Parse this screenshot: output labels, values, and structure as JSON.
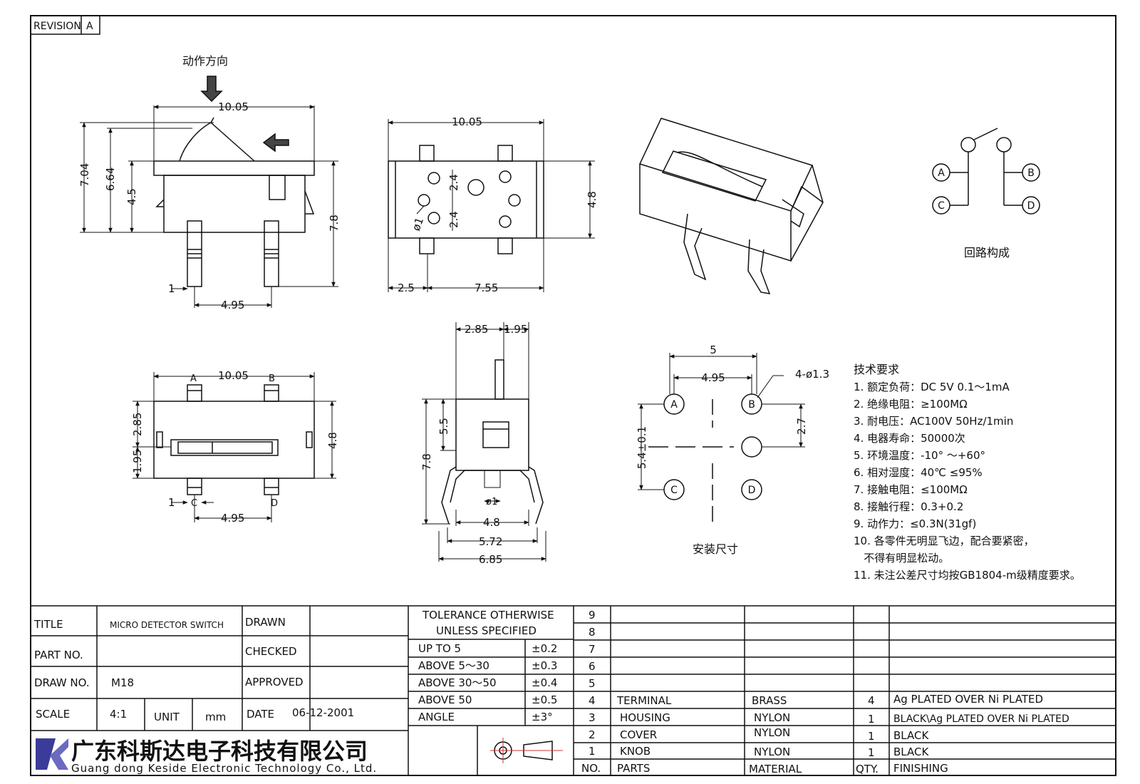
{
  "revision": {
    "label": "REVISION",
    "value": "A"
  },
  "views": {
    "side": {
      "action_direction": "动作方向",
      "dim_width": "10.05",
      "dim_h1": "7.04",
      "dim_h2": "6.64",
      "dim_h3": "4.5",
      "dim_right": "7.8",
      "dim_pin": "1",
      "dim_pitch": "4.95"
    },
    "bottom": {
      "dim_width": "10.05",
      "dim_right": "4.8",
      "dim_v1": "2.4",
      "dim_v2": "2.4",
      "dim_hole": "ø1",
      "dim_left": "2.5",
      "dim_span": "7.55"
    },
    "top": {
      "label_a": "A",
      "label_b": "B",
      "label_c": "C",
      "label_d": "D",
      "dim_width": "10.05",
      "dim_right": "4.8",
      "dim_v1": "2.85",
      "dim_v2": "1.95",
      "dim_pin": "1",
      "dim_pitch": "4.95"
    },
    "end": {
      "dim_a": "2.85",
      "dim_b": "1.95",
      "dim_h1": "7.8",
      "dim_h2": "5.5",
      "dim_hole": "ø1",
      "dim_w1": "4.8",
      "dim_w2": "5.72",
      "dim_w3": "6.85"
    },
    "mount": {
      "caption": "安装尺寸",
      "dim_5": "5",
      "dim_495": "4.95",
      "dim_holes": "4-ø1.3",
      "dim_27": "2.7",
      "dim_54": "5.4±0.1",
      "pad_a": "A",
      "pad_b": "B",
      "pad_c": "C",
      "pad_d": "D"
    },
    "circuit": {
      "caption": "回路构成",
      "a": "A",
      "b": "B",
      "c": "C",
      "d": "D"
    }
  },
  "requirements": {
    "title": "技术要求",
    "items": [
      "1. 额定负荷：DC 5V  0.1～1mA",
      "2. 绝缘电阻：≥100MΩ",
      "3. 耐电压：AC100V 50Hz/1min",
      "4. 电器寿命：50000次",
      "5. 环境温度：-10° ～+60°",
      "6. 相对湿度：40℃  ≤95%",
      "7. 接触电阻：≤100MΩ",
      "8. 接触行程：0.3+0.2",
      "9. 动作力：≤0.3N(31gf)",
      "10. 各零件无明显飞边，配合要紧密，",
      "   不得有明显松动。",
      "11. 未注公差尺寸均按GB1804-m级精度要求。"
    ]
  },
  "title_block": {
    "title_label": "TITLE",
    "title_value": "MICRO  DETECTOR  SWITCH",
    "part_no_label": "PART  NO.",
    "part_no_value": "",
    "draw_no_label": "DRAW  NO.",
    "draw_no_value": "M18",
    "scale_label": "SCALE",
    "scale_value": "4:1",
    "unit_label": "UNIT",
    "unit_value": "mm",
    "date_label": "DATE",
    "date_value": "06-12-2001",
    "drawn_label": "DRAWN",
    "checked_label": "CHECKED",
    "approved_label": "APPROVED",
    "company_cn": "广东科斯达电子科技有限公司",
    "company_en": "Guang dong Keside  Electronic Technology Co., Ltd."
  },
  "tolerance": {
    "header_1": "TOLERANCE  OTHERWISE",
    "header_2": "UNLESS  SPECIFIED",
    "rows": [
      {
        "range": "UP  TO  5",
        "value": "±0.2"
      },
      {
        "range": "ABOVE  5～30",
        "value": "±0.3"
      },
      {
        "range": "ABOVE  30～50",
        "value": "±0.4"
      },
      {
        "range": "ABOVE  50",
        "value": "±0.5"
      },
      {
        "range": "ANGLE",
        "value": "±3°"
      }
    ]
  },
  "bom": {
    "header": {
      "no": "NO.",
      "parts": "PARTS",
      "material": "MATERIAL",
      "qty": "QTY.",
      "finishing": "FINISHING"
    },
    "rows": [
      {
        "no": "9",
        "part": "",
        "material": "",
        "qty": "",
        "finishing": ""
      },
      {
        "no": "8",
        "part": "",
        "material": "",
        "qty": "",
        "finishing": ""
      },
      {
        "no": "7",
        "part": "",
        "material": "",
        "qty": "",
        "finishing": ""
      },
      {
        "no": "6",
        "part": "",
        "material": "",
        "qty": "",
        "finishing": ""
      },
      {
        "no": "5",
        "part": "",
        "material": "",
        "qty": "",
        "finishing": ""
      },
      {
        "no": "4",
        "part": "TERMINAL",
        "material": "BRASS",
        "qty": "4",
        "finishing": "Ag  PLATED  OVER  Ni  PLATED"
      },
      {
        "no": "3",
        "part": "HOUSING",
        "material": "NYLON",
        "qty": "1",
        "finishing": "BLACK\\Ag  PLATED  OVER  Ni  PLATED"
      },
      {
        "no": "2",
        "part": "COVER",
        "material": "NYLON",
        "qty": "1",
        "finishing": "BLACK"
      },
      {
        "no": "1",
        "part": "KNOB",
        "material": "NYLON",
        "qty": "1",
        "finishing": "BLACK"
      }
    ]
  }
}
